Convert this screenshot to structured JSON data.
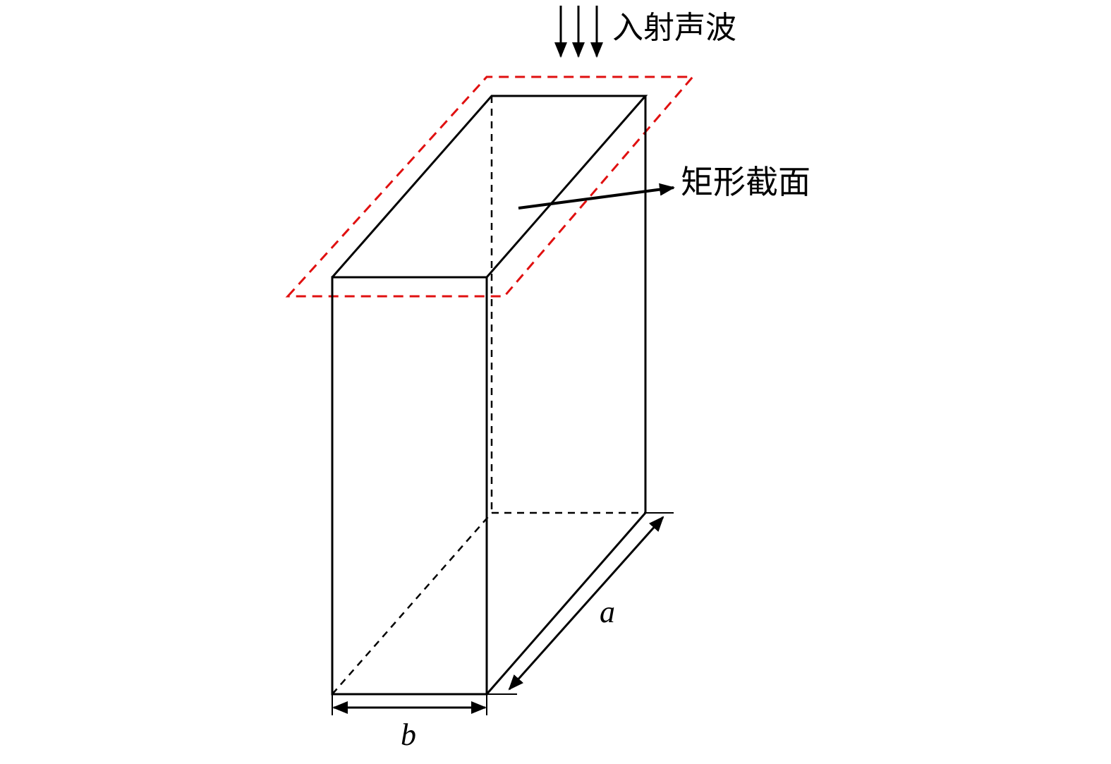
{
  "labels": {
    "incident_wave": "入射声波",
    "cross_section": "矩形截面",
    "dim_a": "a",
    "dim_b": "b"
  },
  "colors": {
    "line": "#000000",
    "section_outline": "#e01010"
  }
}
